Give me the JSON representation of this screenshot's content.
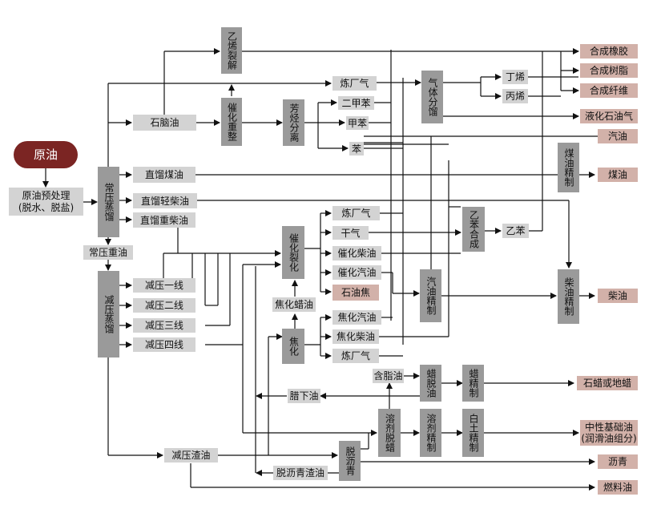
{
  "crude": "原油",
  "pretreat": {
    "line1": "原油预处理",
    "line2": "(脱水、脱盐)"
  },
  "units": {
    "atm_distill": "常压蒸馏",
    "vac_distill": "减压蒸馏",
    "ethylene_crack": "乙烯裂解",
    "cat_reform": "催化重整",
    "aromatic_sep": "芳烃分离",
    "gas_fraction": "气体分馏",
    "cat_crack": "催化裂化",
    "coking": "焦化",
    "ethylbenzene": "乙苯合成",
    "gasoline_refine": "汽油精制",
    "kerosene_refine": "煤油精制",
    "diesel_refine": "柴油精制",
    "wax_dewax": "蜡脱油",
    "wax_refine": "蜡精制",
    "solvent_dewax": "溶剂脱蜡",
    "solvent_refine": "溶剂精制",
    "clay_refine": "白土精制",
    "deasphalt": "脱沥青"
  },
  "streams": {
    "naphtha": "石脑油",
    "sr_kerosene": "直馏煤油",
    "sr_light_diesel": "直馏轻柴油",
    "sr_heavy_diesel": "直馏重柴油",
    "atm_heavy_oil": "常压重油",
    "vac_1": "减压一线",
    "vac_2": "减压二线",
    "vac_3": "减压三线",
    "vac_4": "减压四线",
    "vac_residue": "减压渣油",
    "refinery_gas_1": "炼厂气",
    "xylene": "二甲苯",
    "toluene": "甲苯",
    "benzene": "苯",
    "butene": "丁烯",
    "propylene": "丙烯",
    "refinery_gas_2": "炼厂气",
    "dry_gas": "干气",
    "cat_diesel": "催化柴油",
    "cat_gasoline": "催化汽油",
    "pet_coke": "石油焦",
    "coker_gasoline": "焦化汽油",
    "coker_diesel": "焦化柴油",
    "refinery_gas_3": "炼厂气",
    "ethylbenzene_stream": "乙苯",
    "coker_wax_oil": "焦化蜡油",
    "wax_containing_oil": "含脂油",
    "slack_oil": "腊下油",
    "deasphalted_residue": "脱沥青渣油"
  },
  "products": {
    "synthetic_rubber": "合成橡胶",
    "synthetic_resin": "合成树脂",
    "synthetic_fiber": "合成纤维",
    "lpg": "液化石油气",
    "gasoline": "汽油",
    "kerosene": "煤油",
    "diesel": "柴油",
    "wax": "石蜡或地蜡",
    "base_oil_1": "中性基础油",
    "base_oil_2": "(润滑油组分)",
    "asphalt": "沥青",
    "fuel_oil": "燃料油"
  },
  "colors": {
    "crude": "#7b2523",
    "process_unit": "#9a9a9a",
    "stream": "#d3d3d3",
    "product": "#d2b1a9",
    "line": "#111111"
  }
}
